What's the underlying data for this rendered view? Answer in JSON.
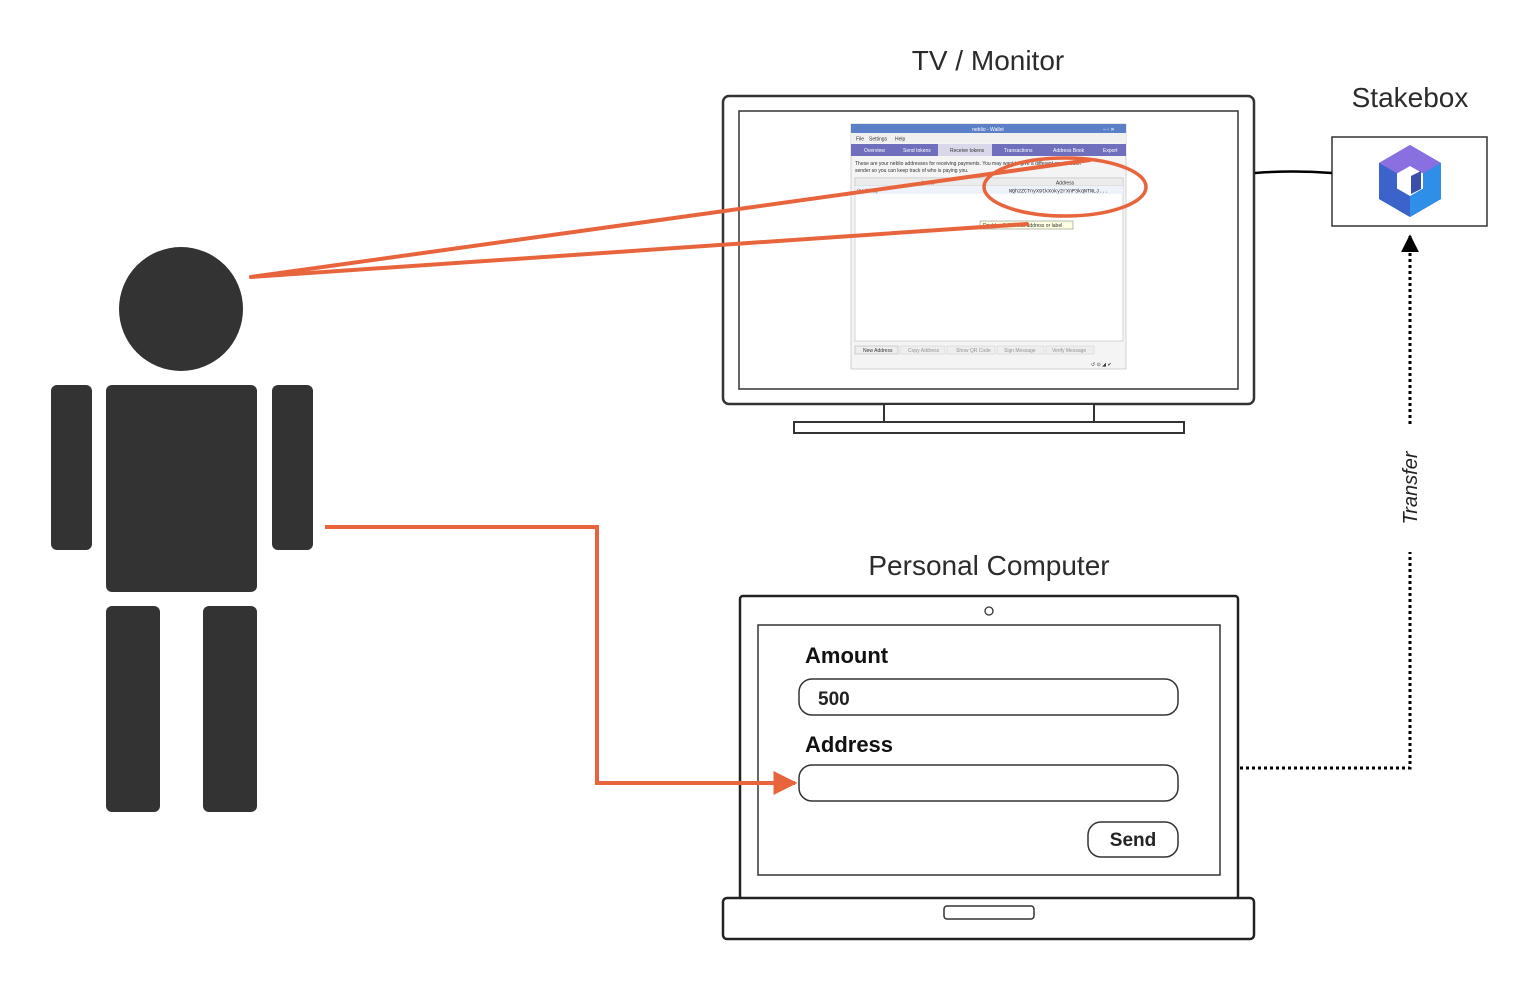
{
  "labels": {
    "tv_monitor": "TV / Monitor",
    "stakebox": "Stakebox",
    "personal_computer": "Personal Computer",
    "transfer": "Transfer"
  },
  "wallet": {
    "title": "neblio - Wallet",
    "menu": [
      "File",
      "Settings",
      "Help"
    ],
    "tabs": [
      "Overview",
      "Send tokens",
      "Receive tokens",
      "Transactions",
      "Address Book",
      "Export"
    ],
    "description_line1": "These are your neblio addresses for receiving payments. You may want to give a different one to each",
    "description_line2": "sender so you can keep track of who is paying you.",
    "columns": [
      "Label",
      "Address"
    ],
    "row_label": "(no label)",
    "row_address": "NQh2ZCTnyX9tkXoky2rXnP3kqNTNLJ...",
    "tooltip": "Double-click to edit address or label",
    "buttons": [
      "New Address",
      "Copy Address",
      "Show QR Code",
      "Sign Message",
      "Verify Message"
    ]
  },
  "form": {
    "amount_label": "Amount",
    "amount_value": "500",
    "address_label": "Address",
    "address_value": "",
    "send_label": "Send"
  },
  "colors": {
    "accent": "#e8643c",
    "figure": "#333333",
    "wallet_bar": "#5b80c8",
    "tab_bar": "#6f6fbe"
  }
}
